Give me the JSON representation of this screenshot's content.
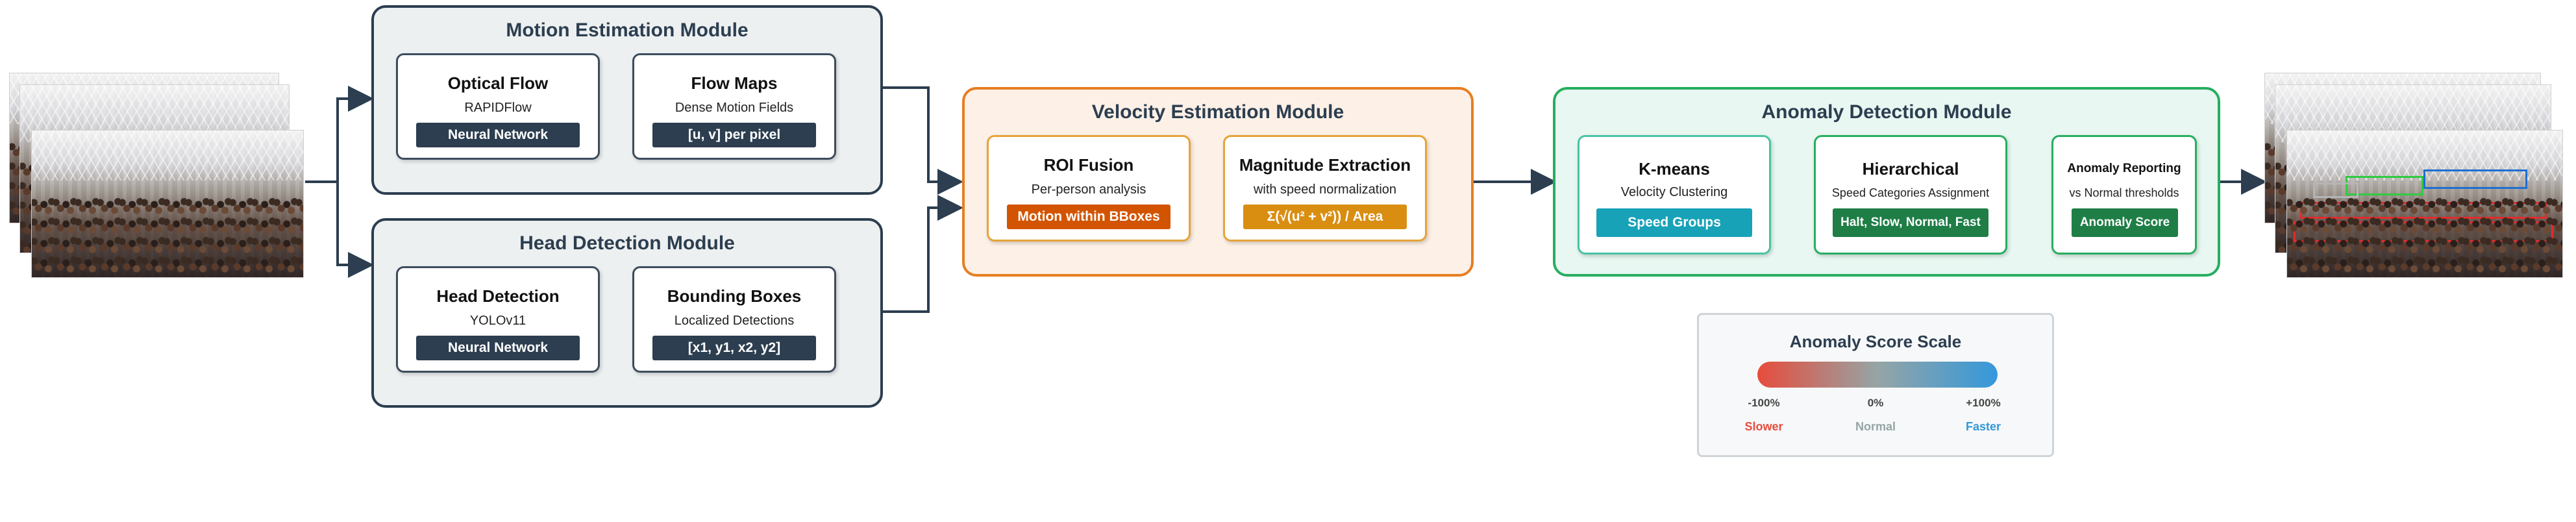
{
  "modules": {
    "motion": {
      "title": "Motion Estimation Module",
      "optical_flow": {
        "title": "Optical Flow",
        "subtitle": "RAPIDFlow",
        "badge": "Neural Network"
      },
      "flow_maps": {
        "title": "Flow Maps",
        "subtitle": "Dense Motion Fields",
        "badge": "[u, v] per pixel"
      }
    },
    "head": {
      "title": "Head Detection Module",
      "head_detection": {
        "title": "Head Detection",
        "subtitle": "YOLOv11",
        "badge": "Neural Network"
      },
      "bounding_boxes": {
        "title": "Bounding Boxes",
        "subtitle": "Localized Detections",
        "badge": "[x1, y1, x2, y2]"
      }
    },
    "velocity": {
      "title": "Velocity Estimation Module",
      "roi_fusion": {
        "title": "ROI Fusion",
        "subtitle": "Per-person analysis",
        "badge": "Motion within BBoxes"
      },
      "magnitude": {
        "title": "Magnitude Extraction",
        "subtitle": "with speed normalization",
        "badge": "Σ(√(u² + v²)) / Area"
      }
    },
    "anomaly": {
      "title": "Anomaly Detection Module",
      "kmeans": {
        "title": "K-means",
        "subtitle": "Velocity Clustering",
        "badge": "Speed Groups"
      },
      "hierarchical": {
        "title": "Hierarchical",
        "subtitle": "Speed Categories Assignment",
        "badge": "Halt, Slow, Normal, Fast"
      },
      "reporting": {
        "title": "Anomaly Reporting",
        "subtitle": "vs Normal thresholds",
        "badge": "Anomaly Score"
      }
    }
  },
  "scale": {
    "title": "Anomaly Score Scale",
    "ticks": [
      "-100%",
      "0%",
      "+100%"
    ],
    "words": [
      "Slower",
      "Normal",
      "Faster"
    ],
    "colors": {
      "slower": "#e74c3c",
      "normal": "#95a5a6",
      "faster": "#3498db"
    }
  },
  "images": {
    "input": "crowd-input-frames",
    "output": "crowd-output-frames-with-boxes"
  }
}
